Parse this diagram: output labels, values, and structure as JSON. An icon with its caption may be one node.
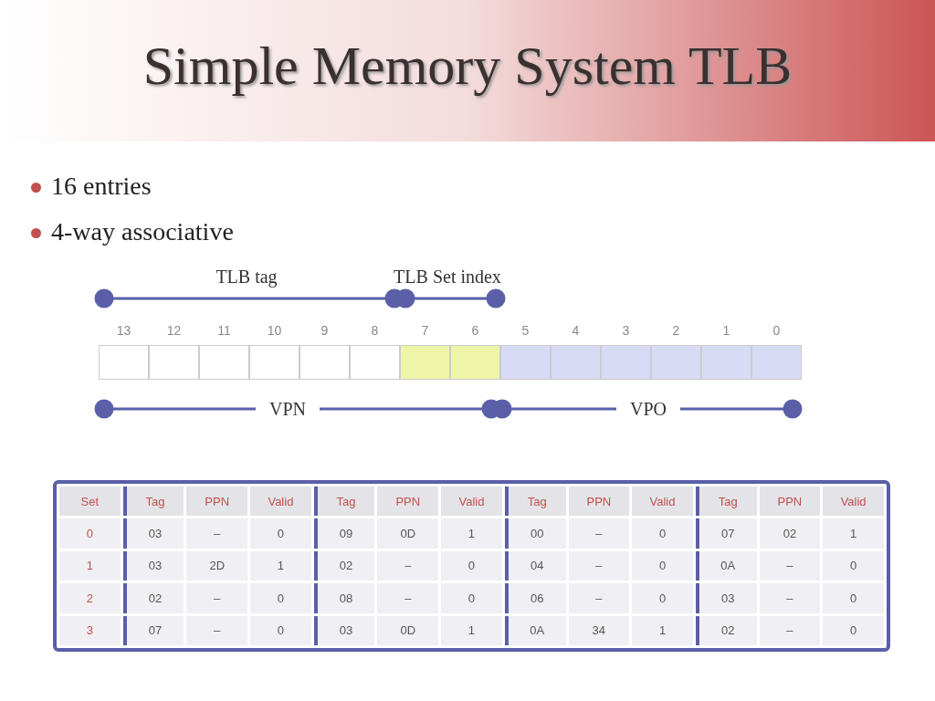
{
  "diagram": {
    "title": "Simple Memory System TLB",
    "labels": [
      "16 entries",
      "4-way associative",
      "TLB tag",
      "TLB Set index",
      "13",
      "12",
      "11",
      "10",
      "9",
      "8",
      "7",
      "6",
      "5",
      "4",
      "3",
      "2",
      "1",
      "0",
      "VPN",
      "VPO",
      "Set",
      "Tag",
      "PPN",
      "Valid",
      "Tag",
      "PPN",
      "Valid",
      "Tag",
      "PPN",
      "Valid",
      "Tag",
      "PPN",
      "Valid",
      "0",
      "03",
      "–",
      "0",
      "09",
      "0D",
      "1",
      "00",
      "–",
      "0",
      "07",
      "02",
      "1",
      "1",
      "03",
      "2D",
      "1",
      "02",
      "–",
      "0",
      "04",
      "–",
      "0",
      "0A",
      "–",
      "0",
      "2",
      "02",
      "–",
      "0",
      "08",
      "–",
      "0",
      "06",
      "–",
      "0",
      "03",
      "–",
      "0",
      "3",
      "07",
      "–",
      "0",
      "03",
      "0D",
      "1",
      "0A",
      "34",
      "1",
      "02",
      "–",
      "0"
    ]
  }
}
